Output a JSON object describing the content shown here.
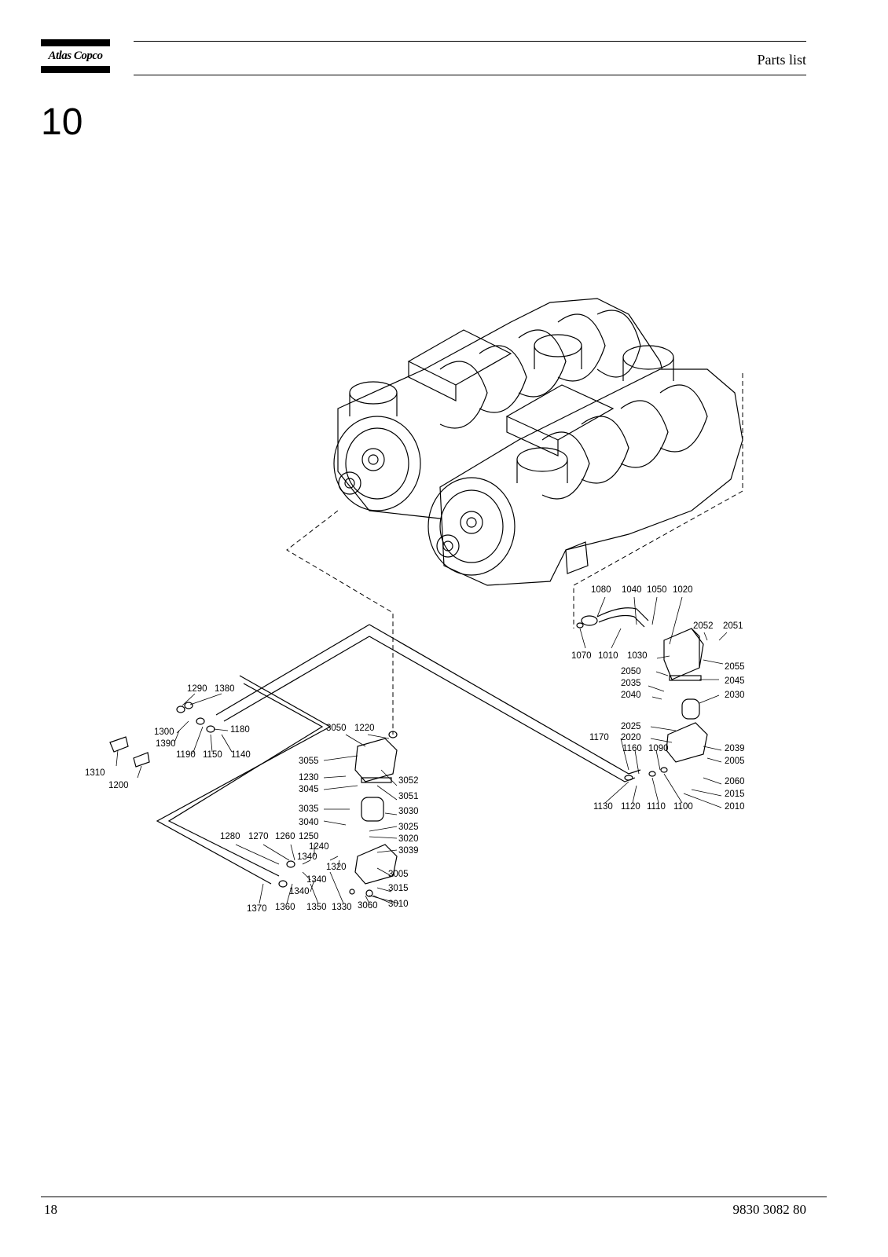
{
  "header": {
    "logo_text": "Atlas Copco",
    "title": "Parts list"
  },
  "section": {
    "number": "10"
  },
  "diagram": {
    "callouts": [
      {
        "id": "1080",
        "label": "1080"
      },
      {
        "id": "1040",
        "label": "1040"
      },
      {
        "id": "1050",
        "label": "1050"
      },
      {
        "id": "1020",
        "label": "1020"
      },
      {
        "id": "2052",
        "label": "2052"
      },
      {
        "id": "2051",
        "label": "2051"
      },
      {
        "id": "1070",
        "label": "1070"
      },
      {
        "id": "1010",
        "label": "1010"
      },
      {
        "id": "1030",
        "label": "1030"
      },
      {
        "id": "2055",
        "label": "2055"
      },
      {
        "id": "2050",
        "label": "2050"
      },
      {
        "id": "2045",
        "label": "2045"
      },
      {
        "id": "2035",
        "label": "2035"
      },
      {
        "id": "2040",
        "label": "2040"
      },
      {
        "id": "2030",
        "label": "2030"
      },
      {
        "id": "2025",
        "label": "2025"
      },
      {
        "id": "1170",
        "label": "1170"
      },
      {
        "id": "2020",
        "label": "2020"
      },
      {
        "id": "1160",
        "label": "1160"
      },
      {
        "id": "1090",
        "label": "1090"
      },
      {
        "id": "2039",
        "label": "2039"
      },
      {
        "id": "2005",
        "label": "2005"
      },
      {
        "id": "2060",
        "label": "2060"
      },
      {
        "id": "2015",
        "label": "2015"
      },
      {
        "id": "1130",
        "label": "1130"
      },
      {
        "id": "1120",
        "label": "1120"
      },
      {
        "id": "1110",
        "label": "1110"
      },
      {
        "id": "1100",
        "label": "1100"
      },
      {
        "id": "2010",
        "label": "2010"
      },
      {
        "id": "1290",
        "label": "1290"
      },
      {
        "id": "1380",
        "label": "1380"
      },
      {
        "id": "1300",
        "label": "1300"
      },
      {
        "id": "1180",
        "label": "1180"
      },
      {
        "id": "1390",
        "label": "1390"
      },
      {
        "id": "1190",
        "label": "1190"
      },
      {
        "id": "1150",
        "label": "1150"
      },
      {
        "id": "1140",
        "label": "1140"
      },
      {
        "id": "1310",
        "label": "1310"
      },
      {
        "id": "1200",
        "label": "1200"
      },
      {
        "id": "3050",
        "label": "3050"
      },
      {
        "id": "1220",
        "label": "1220"
      },
      {
        "id": "3055",
        "label": "3055"
      },
      {
        "id": "1230",
        "label": "1230"
      },
      {
        "id": "3052",
        "label": "3052"
      },
      {
        "id": "3045",
        "label": "3045"
      },
      {
        "id": "3051",
        "label": "3051"
      },
      {
        "id": "3035",
        "label": "3035"
      },
      {
        "id": "3030",
        "label": "3030"
      },
      {
        "id": "3040",
        "label": "3040"
      },
      {
        "id": "3025",
        "label": "3025"
      },
      {
        "id": "1280",
        "label": "1280"
      },
      {
        "id": "1270",
        "label": "1270"
      },
      {
        "id": "1260",
        "label": "1260"
      },
      {
        "id": "1250",
        "label": "1250"
      },
      {
        "id": "3020",
        "label": "3020"
      },
      {
        "id": "1240",
        "label": "1240"
      },
      {
        "id": "3039",
        "label": "3039"
      },
      {
        "id": "1340a",
        "label": "1340"
      },
      {
        "id": "1320",
        "label": "1320"
      },
      {
        "id": "3005",
        "label": "3005"
      },
      {
        "id": "1340b",
        "label": "1340"
      },
      {
        "id": "1340c",
        "label": "1340"
      },
      {
        "id": "3015",
        "label": "3015"
      },
      {
        "id": "1370",
        "label": "1370"
      },
      {
        "id": "1360",
        "label": "1360"
      },
      {
        "id": "1350",
        "label": "1350"
      },
      {
        "id": "1330",
        "label": "1330"
      },
      {
        "id": "3060",
        "label": "3060"
      },
      {
        "id": "3010",
        "label": "3010"
      }
    ]
  },
  "footer": {
    "page_number": "18",
    "document_number": "9830 3082 80"
  }
}
